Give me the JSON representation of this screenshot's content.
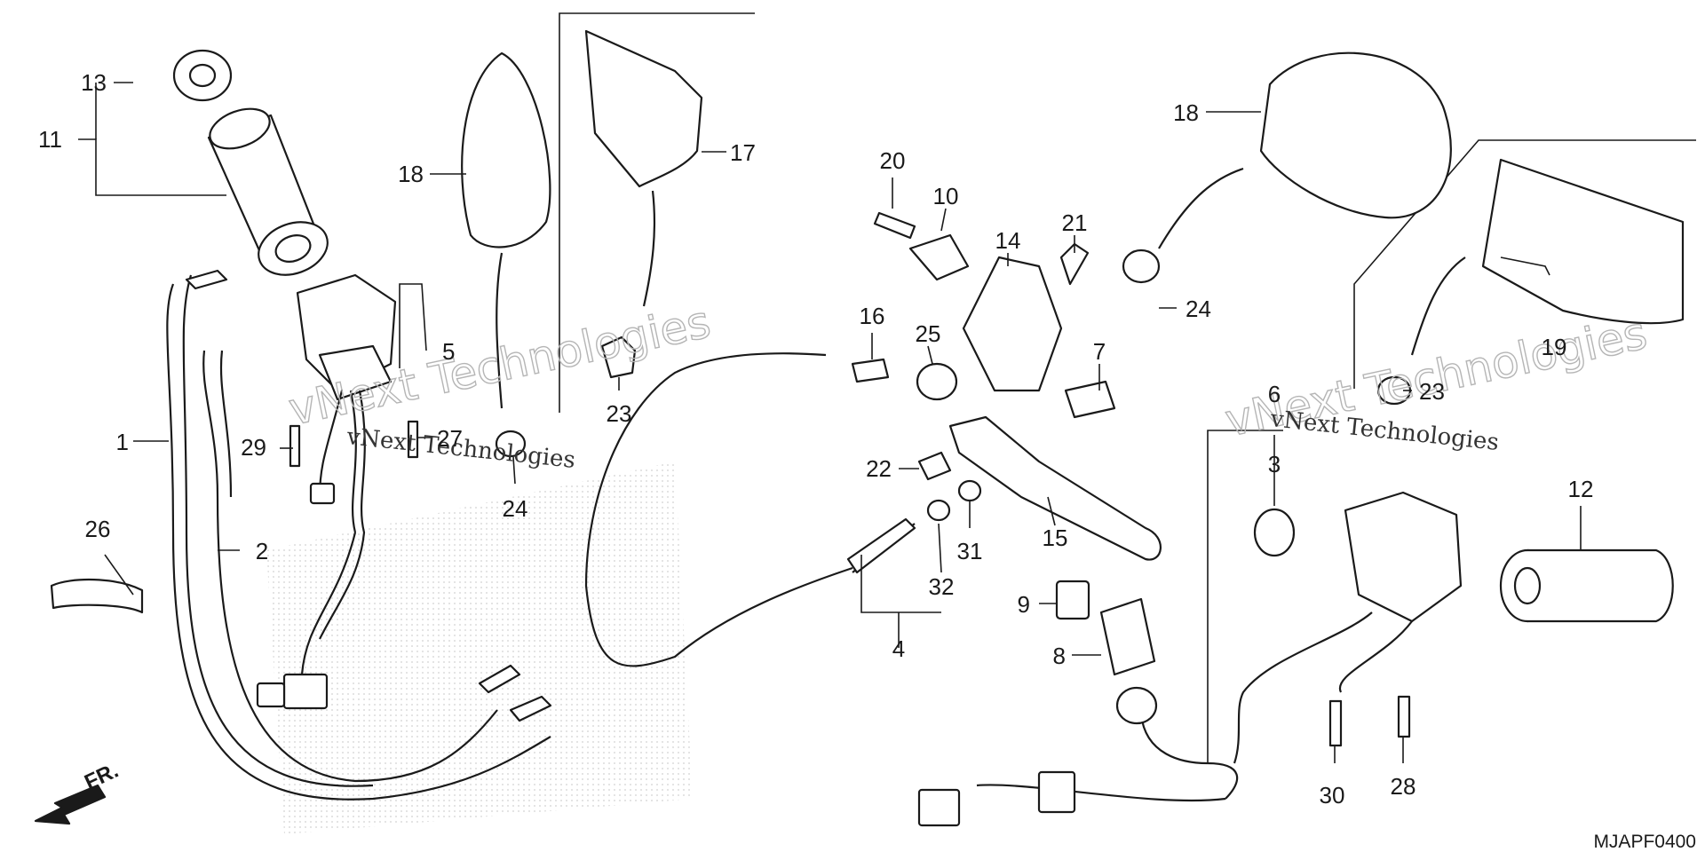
{
  "diagram": {
    "code": "MJAPF0400",
    "front_label": "FR.",
    "watermarks": [
      "vNext Technologies",
      "vNext Technologies"
    ]
  },
  "callouts": [
    {
      "id": "c1",
      "text": "1"
    },
    {
      "id": "c2",
      "text": "2"
    },
    {
      "id": "c3",
      "text": "3"
    },
    {
      "id": "c4",
      "text": "4"
    },
    {
      "id": "c5",
      "text": "5"
    },
    {
      "id": "c6",
      "text": "6"
    },
    {
      "id": "c7",
      "text": "7"
    },
    {
      "id": "c8",
      "text": "8"
    },
    {
      "id": "c9",
      "text": "9"
    },
    {
      "id": "c10",
      "text": "10"
    },
    {
      "id": "c11",
      "text": "11"
    },
    {
      "id": "c12",
      "text": "12"
    },
    {
      "id": "c13",
      "text": "13"
    },
    {
      "id": "c14",
      "text": "14"
    },
    {
      "id": "c15",
      "text": "15"
    },
    {
      "id": "c16",
      "text": "16"
    },
    {
      "id": "c17",
      "text": "17"
    },
    {
      "id": "c18a",
      "text": "18"
    },
    {
      "id": "c18b",
      "text": "18"
    },
    {
      "id": "c19",
      "text": "19"
    },
    {
      "id": "c20",
      "text": "20"
    },
    {
      "id": "c21",
      "text": "21"
    },
    {
      "id": "c22",
      "text": "22"
    },
    {
      "id": "c23a",
      "text": "23"
    },
    {
      "id": "c23b",
      "text": "23"
    },
    {
      "id": "c24a",
      "text": "24"
    },
    {
      "id": "c24b",
      "text": "24"
    },
    {
      "id": "c25",
      "text": "25"
    },
    {
      "id": "c26",
      "text": "26"
    },
    {
      "id": "c27",
      "text": "27"
    },
    {
      "id": "c28",
      "text": "28"
    },
    {
      "id": "c29",
      "text": "29"
    },
    {
      "id": "c30",
      "text": "30"
    },
    {
      "id": "c31",
      "text": "31"
    },
    {
      "id": "c32",
      "text": "32"
    }
  ]
}
